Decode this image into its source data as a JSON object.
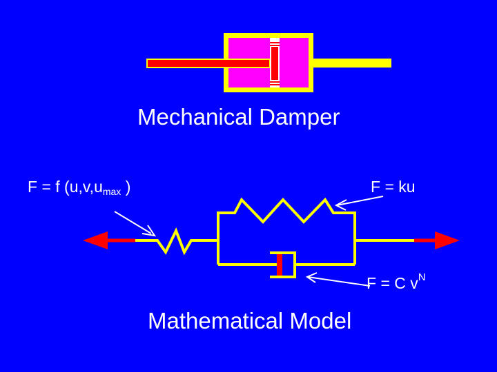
{
  "labels": {
    "mechanical_title": "Mechanical  Damper",
    "mathematical_title": "Mathematical  Model",
    "friction_eq": {
      "prefix": "F = f (u,v,u",
      "subscript": "max",
      "suffix": " )"
    },
    "spring_eq": "F = ku",
    "damper_eq": {
      "base": "F = C v",
      "superscript": "N"
    }
  },
  "colors": {
    "background": "#0000ff",
    "yellow": "#ffff00",
    "red": "#ff0000",
    "magenta": "#ff00ff",
    "white": "#ffffff"
  }
}
